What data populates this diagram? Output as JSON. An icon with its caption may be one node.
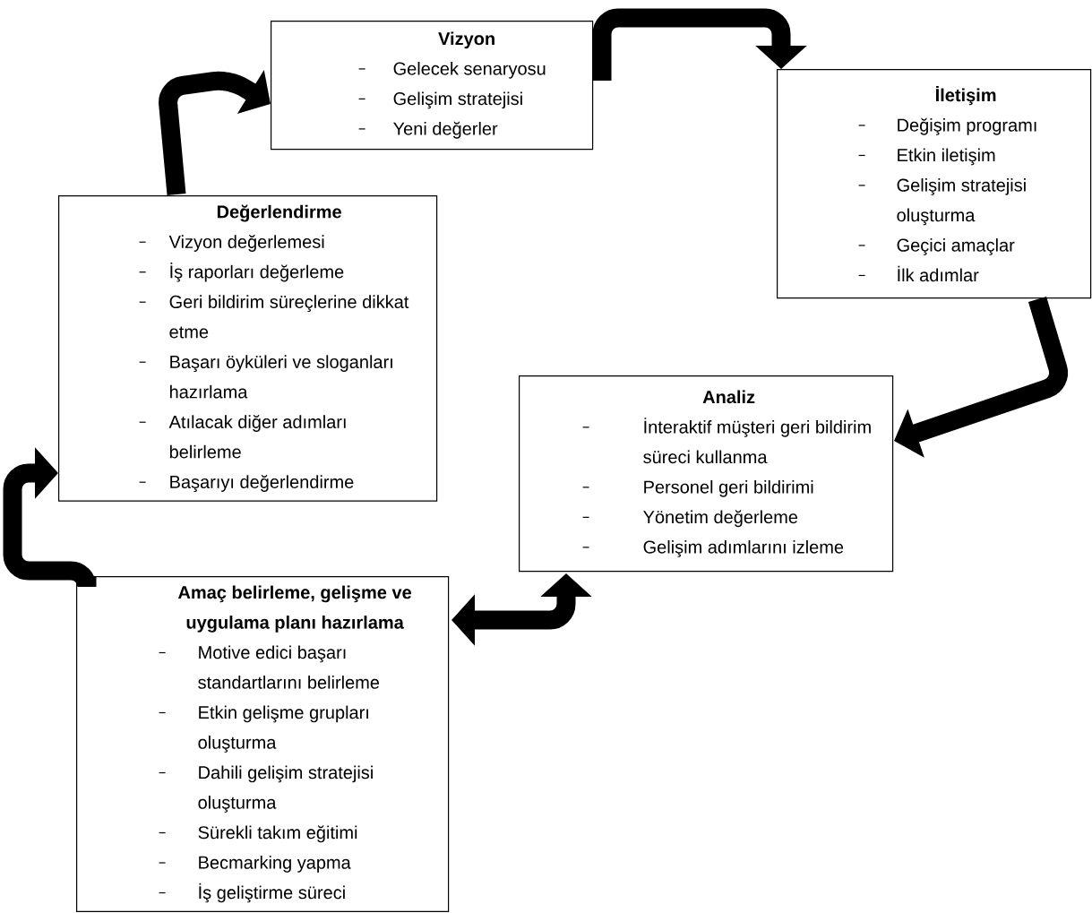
{
  "diagram": {
    "nodes": [
      {
        "text": [
          "Vizyon",
          "Gelecek senaryosu",
          "Gelişim stratejisi",
          "Yeni değerler"
        ]
      },
      {
        "text": [
          "İletişim",
          "Değişim programı",
          "Etkin iletişim",
          "Gelişim stratejisi oluşturma",
          "Geçici amaçlar",
          "İlk adımlar"
        ]
      },
      {
        "text": [
          "Değerlendirme",
          "Vizyon değerlemesi",
          "İş raporları değerleme",
          "Geri bildirim süreçlerine dikkat etme",
          "Başarı öyküleri ve sloganları hazırlama",
          "Atılacak diğer adımları belirleme",
          "Başarıyı değerlendirme"
        ]
      },
      {
        "text": [
          "Analiz",
          "İnteraktif müşteri geri bildirim süreci kullanma",
          "Personel geri bildirimi",
          "Yönetim değerleme",
          "Gelişim adımlarını izleme"
        ]
      },
      {
        "text": [
          "Amaç belirleme, gelişme ve uygulama planı hazırlama",
          "Motive edici başarı standartlarını belirleme",
          "Etkin gelişme grupları oluşturma",
          "Dahili gelişim stratejisi oluşturma",
          "Sürekli takım eğitimi",
          "Becmarking yapma",
          "İş geliştirme süreci"
        ]
      }
    ],
    "edges": [
      {
        "from": 2,
        "to": 0,
        "arrow": "to"
      },
      {
        "from": 0,
        "to": 1,
        "arrow": "to"
      },
      {
        "from": 1,
        "to": 3,
        "arrow": "to"
      },
      {
        "from": 3,
        "to": 4,
        "arrow": "both"
      },
      {
        "from": 4,
        "to": 2,
        "arrow": "to"
      }
    ]
  }
}
